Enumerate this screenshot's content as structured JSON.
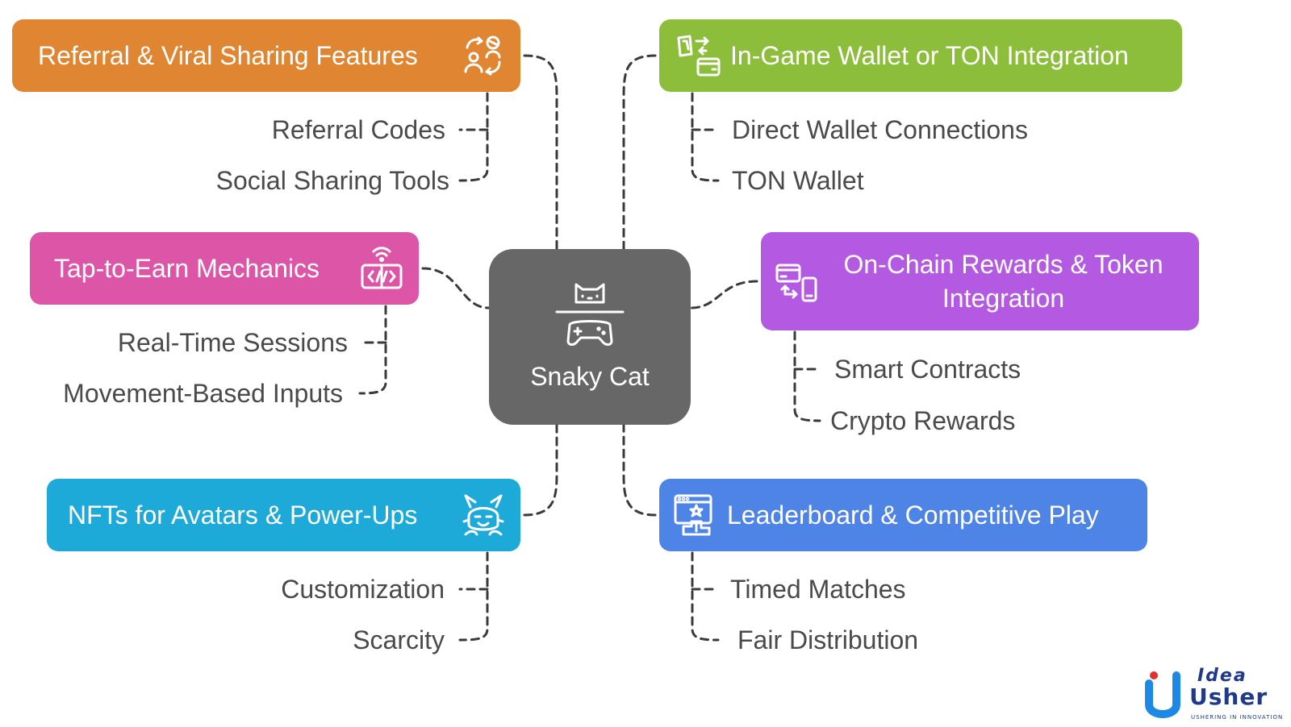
{
  "center": {
    "title": "Snaky Cat",
    "icon_top": "cat-face-icon",
    "icon_bottom": "gamepad-icon",
    "color": "#676767"
  },
  "branches": [
    {
      "title": "Referral & Viral Sharing Features",
      "icon": "referral-users-icon",
      "color": "#E08531",
      "leaves": [
        "Referral Codes",
        "Social Sharing Tools"
      ]
    },
    {
      "title": "In-Game Wallet or TON Integration",
      "icon": "wallet-transfer-icon",
      "color": "#8DBE3B",
      "leaves": [
        "Direct Wallet Connections",
        "TON Wallet"
      ]
    },
    {
      "title": "Tap-to-Earn Mechanics",
      "icon": "tap-code-icon",
      "color": "#DD55A6",
      "leaves": [
        "Real-Time Sessions",
        "Movement-Based Inputs"
      ]
    },
    {
      "title": "On-Chain Rewards & Token Integration",
      "icon": "card-to-phone-icon",
      "color": "#B45AE2",
      "leaves": [
        "Smart Contracts",
        "Crypto Rewards"
      ]
    },
    {
      "title": "NFTs for Avatars & Power-Ups",
      "icon": "monster-avatar-icon",
      "color": "#1DAAD9",
      "leaves": [
        "Customization",
        "Scarcity"
      ]
    },
    {
      "title": "Leaderboard & Competitive Play",
      "icon": "leaderboard-podium-icon",
      "color": "#4E84E6",
      "leaves": [
        "Timed Matches",
        "Fair Distribution"
      ]
    }
  ],
  "logo": {
    "line1": "Idea",
    "line2": "Usher",
    "tagline": "USHERING IN INNOVATION",
    "color": "#1F3A8A"
  }
}
